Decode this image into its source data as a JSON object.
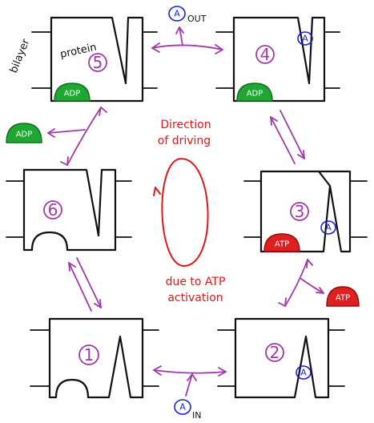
{
  "states": [
    {
      "num": "1"
    },
    {
      "num": "2"
    },
    {
      "num": "3"
    },
    {
      "num": "4"
    },
    {
      "num": "5"
    },
    {
      "num": "6"
    }
  ],
  "labels": {
    "bilayer": "bilayer",
    "protein": "protein",
    "substrate": "A",
    "out": "OUT",
    "in": "IN",
    "adp": "ADP",
    "atp": "ATP"
  },
  "annotation": {
    "direction_line1": "Direction",
    "direction_line2": "of driving",
    "due_line1": "due to ATP",
    "due_line2": "activation"
  },
  "colors": {
    "arrows": "#a03aa8",
    "substrate": "#1a22d8",
    "adp": "#1ea832",
    "atp": "#e02020",
    "driving": "#e01818"
  }
}
